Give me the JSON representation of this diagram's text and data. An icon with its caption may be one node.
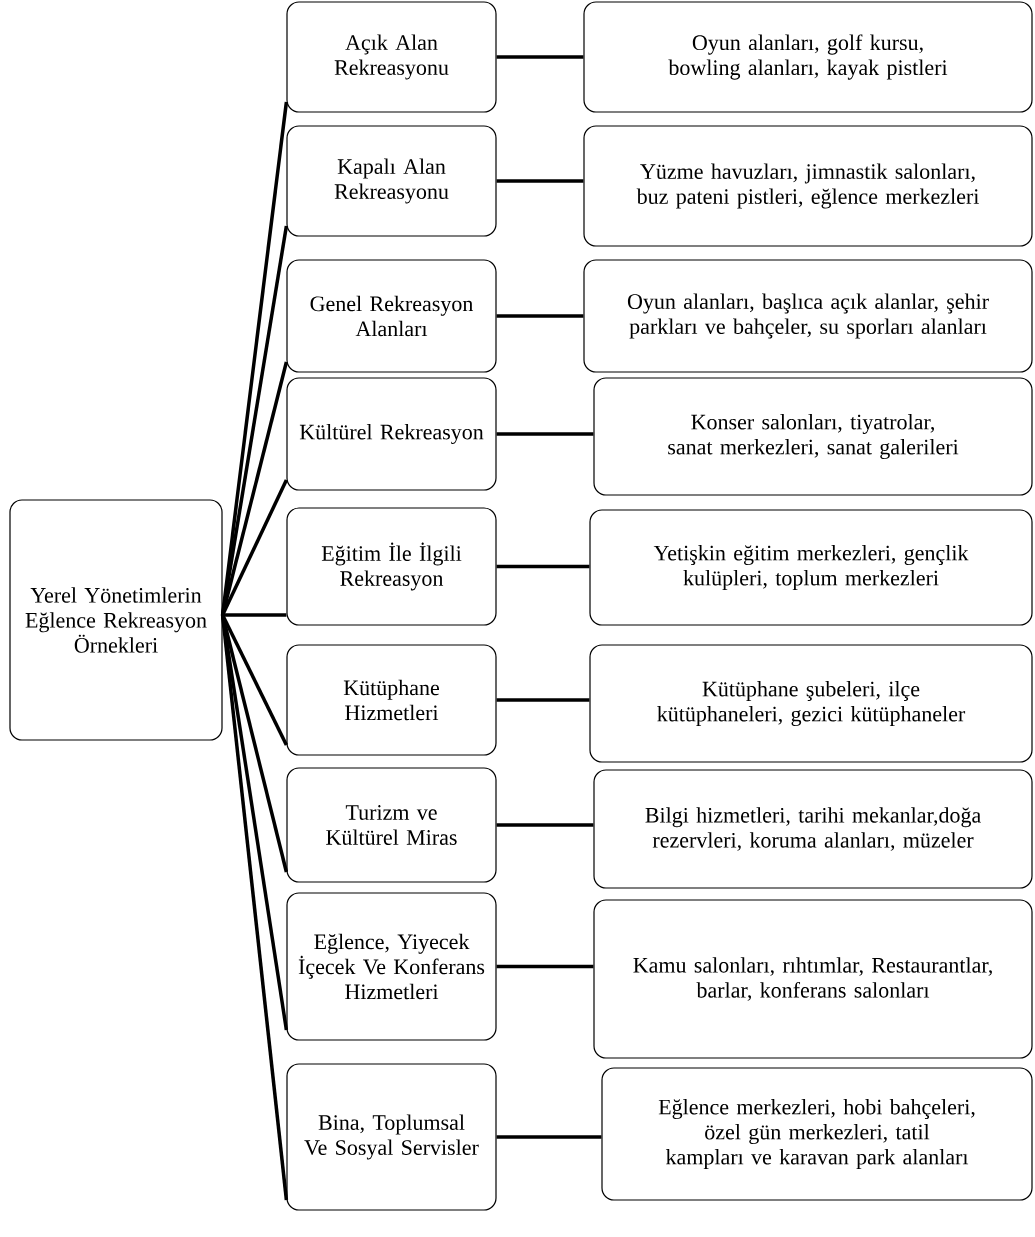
{
  "diagram": {
    "nodes": [
      {
        "text": [
          "Yerel Yönetimlerin Eğlence Rekreasyon Örnekleri"
        ]
      },
      {
        "text": [
          "Açık Alan Rekreasyonu"
        ]
      },
      {
        "text": [
          "Oyun alanları, golf kursu, bowling alanları, kayak pistleri"
        ]
      },
      {
        "text": [
          "Kapalı Alan Rekreasyonu"
        ]
      },
      {
        "text": [
          "Yüzme havuzları, jimnastik salonları, buz pateni pistleri, eğlence merkezleri"
        ]
      },
      {
        "text": [
          "Genel Rekreasyon Alanları"
        ]
      },
      {
        "text": [
          "Oyun alanları, başlıca açık alanlar, şehir parkları ve bahçeler, su sporları alanları"
        ]
      },
      {
        "text": [
          "Kültürel Rekreasyon"
        ]
      },
      {
        "text": [
          "Konser salonları, tiyatrolar, sanat merkezleri, sanat galerileri"
        ]
      },
      {
        "text": [
          "Eğitim İle İlgili Rekreasyon"
        ]
      },
      {
        "text": [
          "Yetişkin eğitim merkezleri, gençlik kulüpleri, toplum merkezleri"
        ]
      },
      {
        "text": [
          "Kütüphane Hizmetleri"
        ]
      },
      {
        "text": [
          "Kütüphane şubeleri, ilçe kütüphaneleri, gezici kütüphaneler"
        ]
      },
      {
        "text": [
          "Turizm ve Kültürel Miras"
        ]
      },
      {
        "text": [
          "Bilgi hizmetleri, tarihi mekanlar,doğa rezervleri, koruma alanları, müzeler"
        ]
      },
      {
        "text": [
          "Eğlence, Yiyecek İçecek Ve Konferans Hizmetleri"
        ]
      },
      {
        "text": [
          "Kamu salonları, rıhtımlar, Restaurantlar, barlar, konferans salonları"
        ]
      },
      {
        "text": [
          "Bina, Toplumsal Ve Sosyal Servisler"
        ]
      },
      {
        "text": [
          "Eğlence merkezleri, hobi bahçeleri, özel gün merkezleri, tatil kampları ve karavan park alanları"
        ]
      }
    ],
    "edges": [
      {
        "from": 0,
        "to": 1,
        "arrow": "none"
      },
      {
        "from": 0,
        "to": 3,
        "arrow": "none"
      },
      {
        "from": 0,
        "to": 5,
        "arrow": "none"
      },
      {
        "from": 0,
        "to": 7,
        "arrow": "none"
      },
      {
        "from": 0,
        "to": 9,
        "arrow": "none"
      },
      {
        "from": 0,
        "to": 11,
        "arrow": "none"
      },
      {
        "from": 0,
        "to": 13,
        "arrow": "none"
      },
      {
        "from": 0,
        "to": 15,
        "arrow": "none"
      },
      {
        "from": 0,
        "to": 17,
        "arrow": "none"
      },
      {
        "from": 1,
        "to": 2,
        "arrow": "none"
      },
      {
        "from": 3,
        "to": 4,
        "arrow": "none"
      },
      {
        "from": 5,
        "to": 6,
        "arrow": "none"
      },
      {
        "from": 7,
        "to": 8,
        "arrow": "none"
      },
      {
        "from": 9,
        "to": 10,
        "arrow": "none"
      },
      {
        "from": 11,
        "to": 12,
        "arrow": "none"
      },
      {
        "from": 13,
        "to": 14,
        "arrow": "none"
      },
      {
        "from": 15,
        "to": 16,
        "arrow": "none"
      },
      {
        "from": 17,
        "to": 18,
        "arrow": "none"
      }
    ]
  }
}
